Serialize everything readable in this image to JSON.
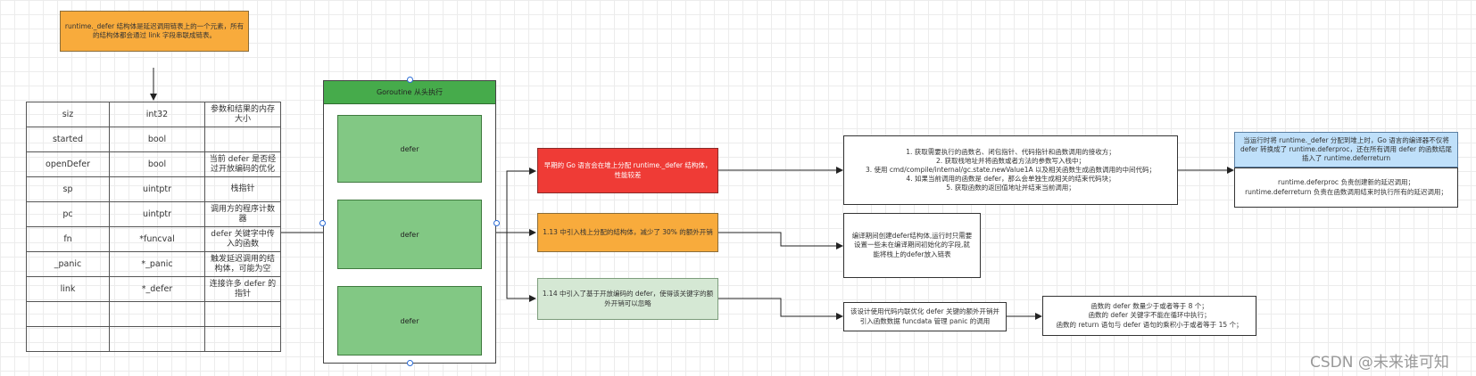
{
  "note_top": "runtime._defer 结构体是延迟调用链表上的一个元素，所有的结构体都会通过 link 字段串联成链表。",
  "struct_rows": [
    {
      "field": "siz",
      "type": "int32",
      "desc": "参数和结果的内存大小"
    },
    {
      "field": "started",
      "type": "bool",
      "desc": ""
    },
    {
      "field": "openDefer",
      "type": "bool",
      "desc": "当前 defer 是否经过开放编码的优化"
    },
    {
      "field": "sp",
      "type": "uintptr",
      "desc": "栈指针"
    },
    {
      "field": "pc",
      "type": "uintptr",
      "desc": "调用方的程序计数器"
    },
    {
      "field": "fn",
      "type": "*funcval",
      "desc": "defer 关键字中传入的函数"
    },
    {
      "field": "_panic",
      "type": "*_panic",
      "desc": "触发延迟调用的结构体，可能为空"
    },
    {
      "field": "link",
      "type": "*_defer",
      "desc": "连接许多 defer 的指针"
    },
    {
      "field": "",
      "type": "",
      "desc": ""
    },
    {
      "field": "",
      "type": "",
      "desc": ""
    }
  ],
  "goroutine": {
    "title": "Goroutine 从头执行",
    "defers": [
      "defer",
      "defer",
      "defer"
    ]
  },
  "versions": {
    "heap": "早期的 Go 语言会在堆上分配 runtime._defer 结构体，性能较差",
    "stack": "1.13 中引入栈上分配的结构体，减少了 30% 的额外开销",
    "open": "1.14 中引入了基于开放编码的 defer，使得该关键字的额外开销可以忽略"
  },
  "details": {
    "heap_steps": "1. 获取需要执行的函数名、闭包指针、代码指针和函数调用的接收方；\n2. 获取栈地址并将函数或者方法的参数写入栈中；\n3. 使用 cmd/compile/internal/gc.state.newValue1A 以及相关函数生成函数调用的中间代码；\n4. 如果当前调用的函数是 defer，那么会单独生成相关的结束代码块；\n5. 获取函数的返回值地址并结束当前调用；",
    "stack_detail": "编译期间创建defer结构体,运行时只需要设置一些未在编译期间初始化的字段,就能将栈上的defer放入链表",
    "open_detail": "该设计使用代码内联优化 defer 关键的额外开销并引入函数数据 funcdata 管理 panic 的调用",
    "open_conditions": "函数的 defer 数量少于或者等于 8 个；\n函数的 defer 关键字不能在循环中执行；\n函数的 return 语句与 defer 语句的乘积小于或者等于 15 个；"
  },
  "heap_alloc": {
    "header": "当运行时将 runtime._defer 分配到堆上时，Go 语言的编译器不仅将 defer 转换成了 runtime.deferproc，还在所有调用 defer 的函数结尾插入了 runtime.deferreturn",
    "body": "runtime.deferproc 负责创建新的延迟调用；\nruntime.deferreturn 负责在函数调用结束时执行所有的延迟调用；"
  },
  "watermark": "CSDN @未来谁可知"
}
